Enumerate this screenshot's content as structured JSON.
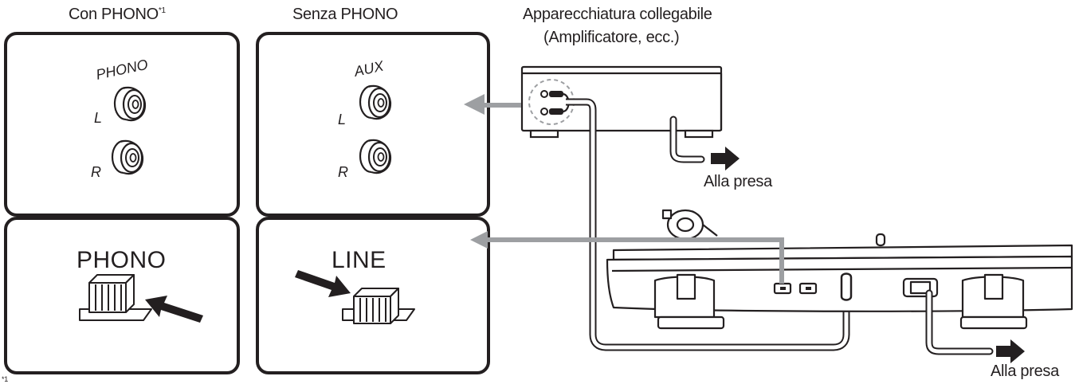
{
  "labels": {
    "with_phono": "Con PHONO",
    "with_phono_note": "*1",
    "without_phono": "Senza PHONO",
    "equipment_line1": "Apparecchiatura collegabile",
    "equipment_line2": "(Amplificatore, ecc.)",
    "outlet_top": "Alla presa",
    "outlet_bottom": "Alla presa",
    "footnote_mark": "*1"
  },
  "panels": {
    "phono_jack_label": "PHONO",
    "aux_jack_label": "AUX",
    "left_channel": "L",
    "right_channel": "R",
    "switch_phono": "PHONO",
    "switch_line": "LINE"
  },
  "colors": {
    "line": "#231f20",
    "arrow_gray": "#9d9fa2",
    "fill_dark": "#231f20",
    "background": "#ffffff"
  }
}
